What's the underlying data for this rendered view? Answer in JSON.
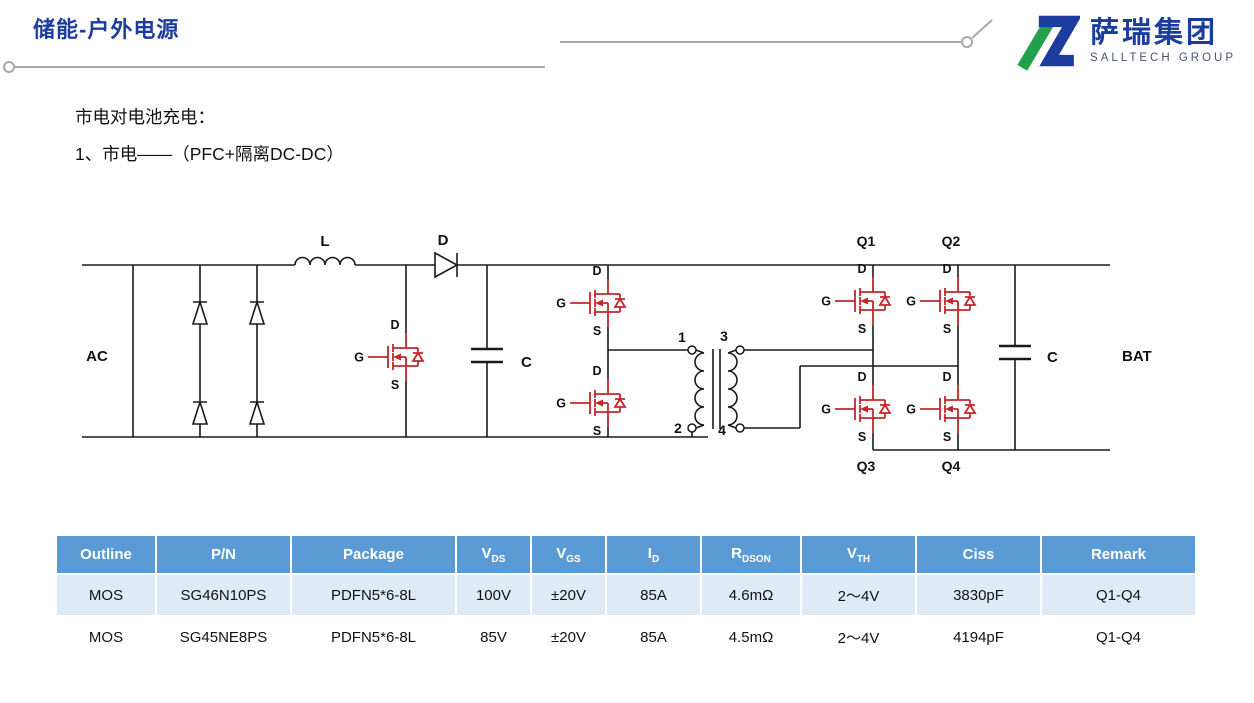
{
  "header": {
    "title": "储能-户外电源",
    "logo": {
      "company": "萨瑞集团",
      "group": "SALLTECH GROUP"
    }
  },
  "intro": {
    "line1": "市电对电池充电：",
    "line2": "1、市电——（PFC+隔离DC-DC）"
  },
  "circuit": {
    "labels": {
      "ac": "AC",
      "bat": "BAT",
      "inductor": "L",
      "boost_diode": "D",
      "bus_cap": "C",
      "out_cap": "C",
      "gate": "G",
      "drain": "D",
      "source": "S",
      "pin1": "1",
      "pin2": "2",
      "pin3": "3",
      "pin4": "4",
      "q1": "Q1",
      "q2": "Q2",
      "q3": "Q3",
      "q4": "Q4"
    }
  },
  "table": {
    "headers": [
      {
        "text": "Outline",
        "sub": ""
      },
      {
        "text": "P/N",
        "sub": ""
      },
      {
        "text": "Package",
        "sub": ""
      },
      {
        "text": "V",
        "sub": "DS"
      },
      {
        "text": "V",
        "sub": "GS"
      },
      {
        "text": "I",
        "sub": "D"
      },
      {
        "text": "R",
        "sub": "DSON"
      },
      {
        "text": "V",
        "sub": "TH"
      },
      {
        "text": "Ciss",
        "sub": ""
      },
      {
        "text": "Remark",
        "sub": ""
      }
    ],
    "rows": [
      [
        "MOS",
        "SG46N10PS",
        "PDFN5*6-8L",
        "100V",
        "±20V",
        "85A",
        "4.6mΩ",
        "2～4V",
        "3830pF",
        "Q1-Q4"
      ],
      [
        "MOS",
        "SG45NE8PS",
        "PDFN5*6-8L",
        "85V",
        "±20V",
        "85A",
        "4.5mΩ",
        "2～4V",
        "4194pF",
        "Q1-Q4"
      ]
    ]
  },
  "colors": {
    "title_blue": "#1c3ca0",
    "table_header_bg": "#5b9bd5",
    "table_row_alt_bg": "#deebf7",
    "mosfet_red": "#c3272b",
    "wire_black": "#1a1a1a",
    "connector_gray": "#a8a8a8",
    "logo_green": "#22a14a",
    "logo_blue": "#1c3ca0"
  }
}
